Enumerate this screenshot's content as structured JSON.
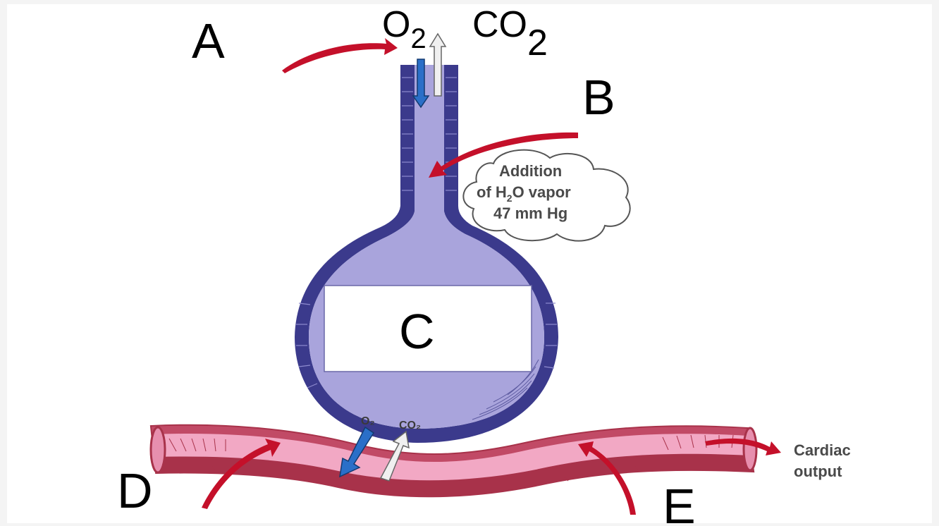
{
  "labels": {
    "a": "A",
    "b": "B",
    "c": "C",
    "d": "D",
    "e": "E"
  },
  "top_gases": {
    "o2_main": "O",
    "o2_sub": "2",
    "co2_main": "CO",
    "co2_sub": "2"
  },
  "bottom_gases": {
    "o2": "O₂",
    "co2": "CO₂"
  },
  "cloud": {
    "line1": "Addition",
    "line2_pre": "of H",
    "line2_sub": "2",
    "line2_post": "O vapor",
    "line3": "47 mm Hg"
  },
  "cardiac": {
    "line1": "Cardiac",
    "line2": "output"
  },
  "colors": {
    "alveolus_fill": "#a9a4dc",
    "alveolus_wall": "#3b3a8c",
    "vessel_fill": "#f2a8c4",
    "vessel_dark": "#a8324a",
    "pointer_red": "#c4102a",
    "o2_arrow": "#2a6fc8",
    "co2_arrow": "#f0f0f0"
  }
}
